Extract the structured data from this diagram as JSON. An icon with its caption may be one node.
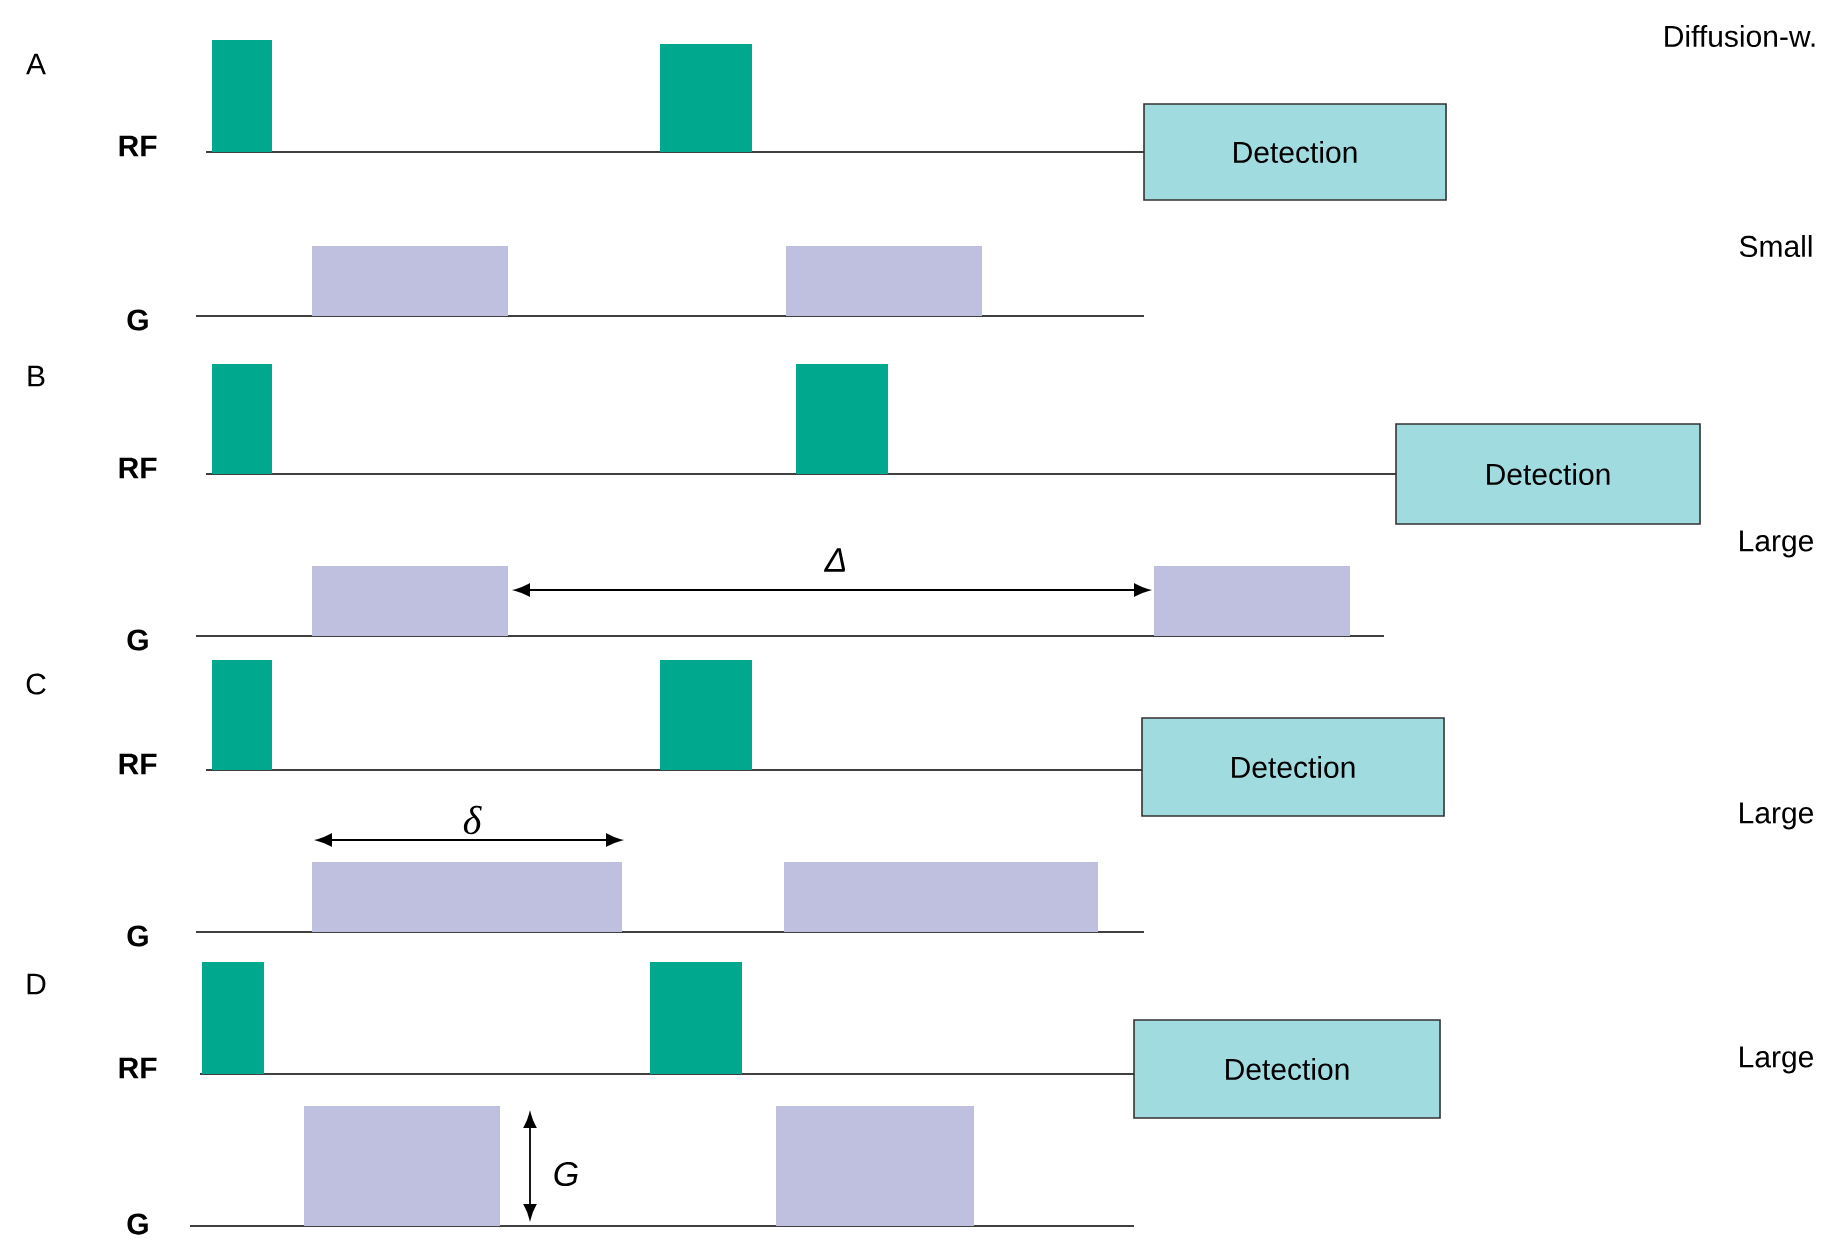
{
  "diagram": {
    "nodes": [
      {
        "text": [
          "Detection"
        ]
      },
      {
        "text": [
          "Detection"
        ]
      },
      {
        "text": [
          "Detection"
        ]
      },
      {
        "text": [
          "Detection"
        ]
      }
    ],
    "labels": [
      "A",
      "Diffusion-w.",
      "RF",
      "Small",
      "G",
      "B",
      "RF",
      "Large",
      "Δ",
      "G",
      "C",
      "RF",
      "Large",
      "δ",
      "G",
      "D",
      "RF",
      "Large",
      "G",
      "G"
    ]
  }
}
